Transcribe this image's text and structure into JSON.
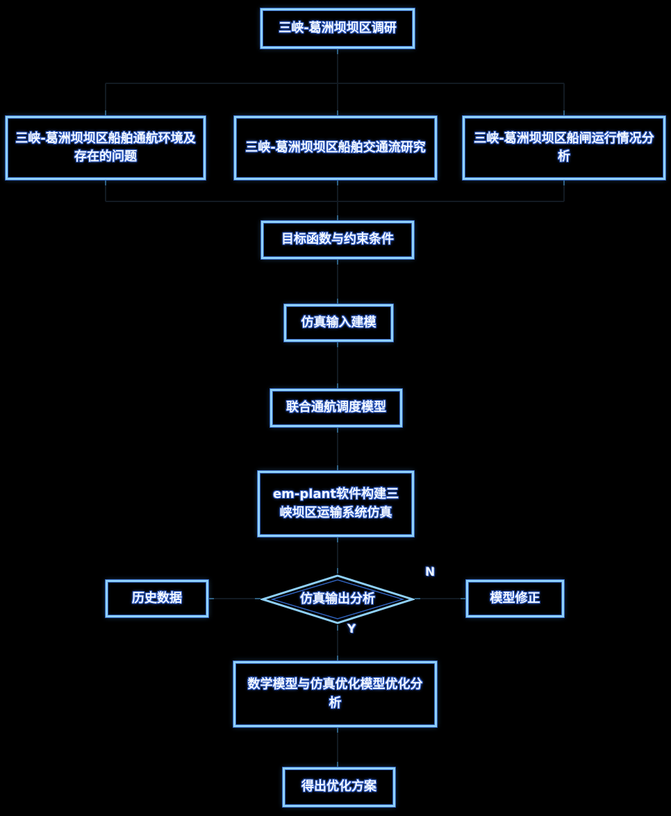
{
  "flowchart": {
    "nodes": {
      "research": {
        "label": "三峡-葛洲坝坝区调研"
      },
      "env_problems": {
        "label": "三峡-葛洲坝坝区船舶通航环境及存在的问题"
      },
      "traffic_flow": {
        "label": "三峡-葛洲坝坝区船舶交通流研究"
      },
      "lock_operation": {
        "label": "三峡-葛洲坝坝区船闸运行情况分析"
      },
      "objective": {
        "label": "目标函数与约束条件"
      },
      "sim_input": {
        "label": "仿真输入建模"
      },
      "joint_model": {
        "label": "联合通航调度模型"
      },
      "emplant_sim": {
        "label": "em-plant软件构建三峡坝区运输系统仿真"
      },
      "sim_output": {
        "label": "仿真输出分析"
      },
      "history_data": {
        "label": "历史数据"
      },
      "model_fix": {
        "label": "模型修正"
      },
      "optimization": {
        "label": "数学模型与仿真优化模型优化分析"
      },
      "final_plan": {
        "label": "得出优化方案"
      }
    },
    "branches": {
      "no": "N",
      "yes": "Y"
    },
    "colors": {
      "background": "#000000",
      "box_border": "#8fd0f8",
      "box_inner_border": "#2e5fb8",
      "text": "#f2f8ff"
    }
  }
}
